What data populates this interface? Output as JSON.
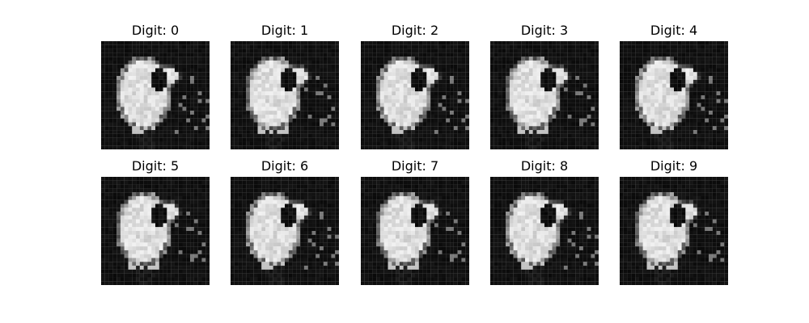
{
  "panels": [
    {
      "title": "Digit: 0"
    },
    {
      "title": "Digit: 1"
    },
    {
      "title": "Digit: 2"
    },
    {
      "title": "Digit: 3"
    },
    {
      "title": "Digit: 4"
    },
    {
      "title": "Digit: 5"
    },
    {
      "title": "Digit: 6"
    },
    {
      "title": "Digit: 7"
    },
    {
      "title": "Digit: 8"
    },
    {
      "title": "Digit: 9"
    }
  ],
  "colors": {
    "background": "#ffffff",
    "image_background": "#050505",
    "image_foreground": "#f2f2f2"
  }
}
